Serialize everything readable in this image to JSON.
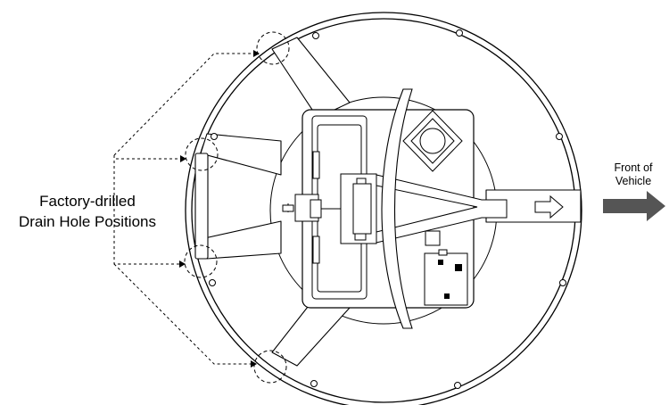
{
  "labels": {
    "drain_holes_line1": "Factory-drilled",
    "drain_holes_line2": "Drain Hole Positions",
    "front_line1": "Front of",
    "front_line2": "Vehicle"
  },
  "colors": {
    "line": "#000000",
    "arrow_fill": "#555555",
    "background": "#ffffff"
  },
  "drain_hole_count": 4
}
